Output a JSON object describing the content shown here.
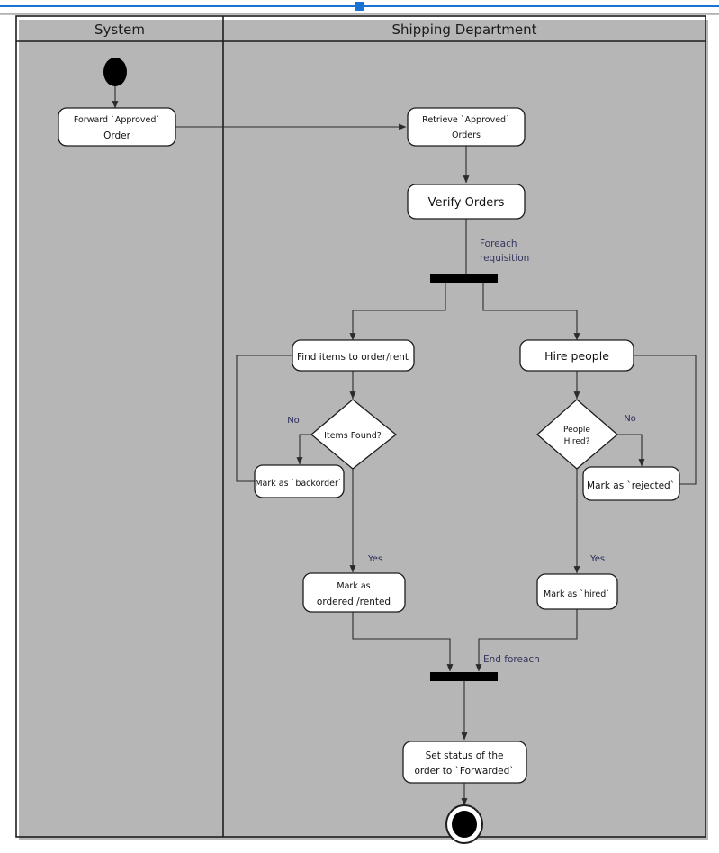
{
  "diagram": {
    "type": "uml-activity-diagram",
    "title": "Shipping Department Order Fulfilment Activity Diagram",
    "swimlanes": [
      {
        "id": "system",
        "label": "System"
      },
      {
        "id": "shipping",
        "label": "Shipping Department"
      }
    ],
    "nodes": [
      {
        "id": "start",
        "kind": "initial-node",
        "lane": "system",
        "label": ""
      },
      {
        "id": "forward-order",
        "kind": "action",
        "lane": "system",
        "label": "Forward  'Approved'\nOrder",
        "line1": "Forward  `Approved`",
        "line2": "Order"
      },
      {
        "id": "retrieve-orders",
        "kind": "action",
        "lane": "shipping",
        "line1": "Retrieve `Approved`",
        "line2": "Orders"
      },
      {
        "id": "verify-orders",
        "kind": "action",
        "lane": "shipping",
        "line1": "Verify  Orders"
      },
      {
        "id": "fork",
        "kind": "fork-bar",
        "lane": "shipping",
        "label": ""
      },
      {
        "id": "find-items",
        "kind": "action",
        "lane": "shipping",
        "line1": "Find items to order/rent"
      },
      {
        "id": "hire-people",
        "kind": "action",
        "lane": "shipping",
        "line1": "Hire  people"
      },
      {
        "id": "items-found",
        "kind": "decision",
        "lane": "shipping",
        "line1": "Items Found?"
      },
      {
        "id": "people-hired",
        "kind": "decision",
        "lane": "shipping",
        "line1": "People",
        "line2": "Hired?"
      },
      {
        "id": "mark-backorder",
        "kind": "action",
        "lane": "shipping",
        "line1": "Mark as `backorder`"
      },
      {
        "id": "mark-rejected",
        "kind": "action",
        "lane": "shipping",
        "line1": "Mark as `rejected`"
      },
      {
        "id": "mark-ordered",
        "kind": "action",
        "lane": "shipping",
        "line1": "Mark as",
        "line2": "ordered /rented"
      },
      {
        "id": "mark-hired",
        "kind": "action",
        "lane": "shipping",
        "line1": "Mark as `hired`"
      },
      {
        "id": "join",
        "kind": "join-bar",
        "lane": "shipping",
        "label": ""
      },
      {
        "id": "set-status",
        "kind": "action",
        "lane": "shipping",
        "line1": "Set status of  the",
        "line2": "order to `Forwarded`"
      },
      {
        "id": "end",
        "kind": "final-node",
        "lane": "shipping",
        "label": ""
      }
    ],
    "edge_labels": {
      "foreach_line1": "Foreach",
      "foreach_line2": "requisition",
      "end_foreach": "End foreach",
      "no_left": "No",
      "no_right": "No",
      "yes_left": "Yes",
      "yes_right": "Yes"
    },
    "colors": {
      "stroke": "#1d1d1d",
      "edge": "#2b2b2b",
      "guard_text": "#2a2a5a",
      "annotation_text": "#35355f",
      "node_fill": "#ffffff",
      "bar_fill": "#000000",
      "selection_blue": "#1a73d4",
      "frame_shadow": "#b6b6b6"
    }
  }
}
